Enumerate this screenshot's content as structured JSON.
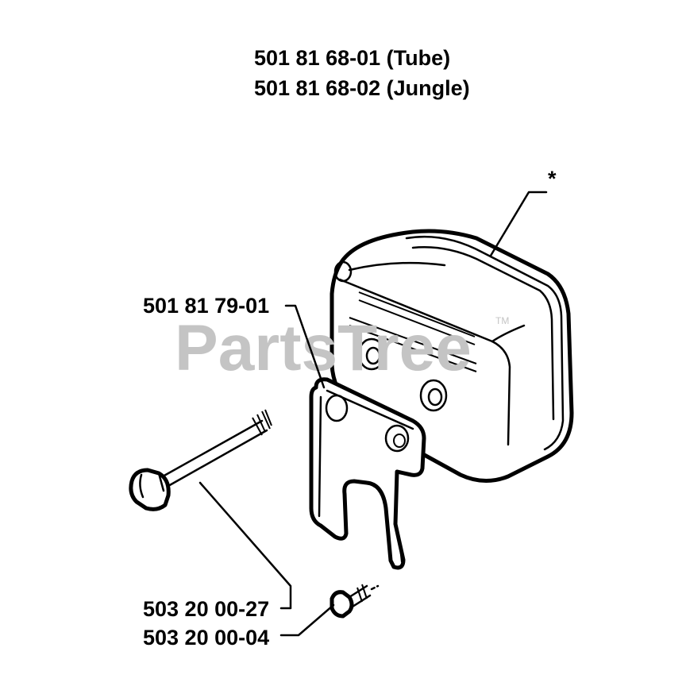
{
  "titles": [
    "501 81 68-01 (Tube)",
    "501 81 68-02 (Jungle)"
  ],
  "watermark": {
    "text": "PartsTree",
    "tm": "TM"
  },
  "callouts": {
    "muffler": "*",
    "bracket": "501 81 79-01",
    "long_bolt": "503 20 00-27",
    "short_screw": "503 20 00-04"
  },
  "icons": {
    "muffler": "muffler-icon",
    "bracket": "bracket-icon",
    "long_bolt": "bolt-icon",
    "short_screw": "screw-icon"
  }
}
